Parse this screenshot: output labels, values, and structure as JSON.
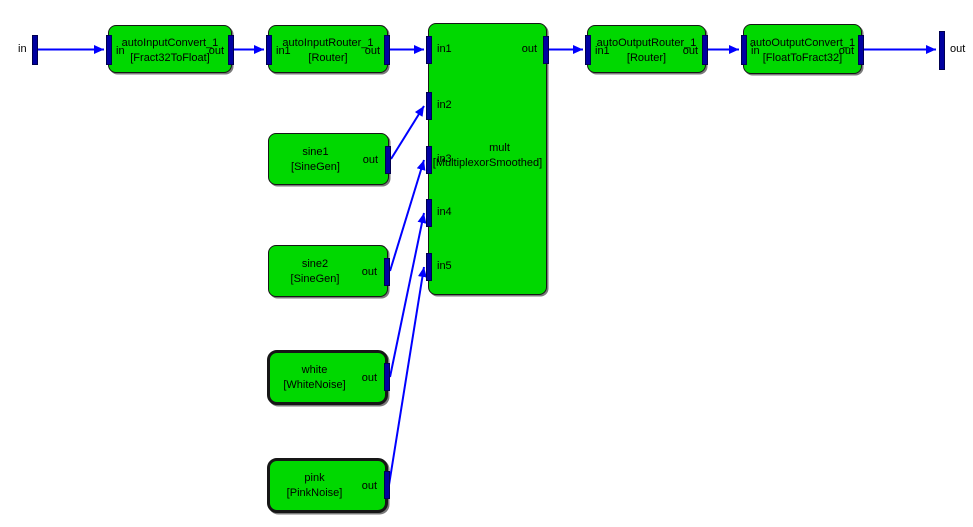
{
  "colors": {
    "background": "#ffffff",
    "block_fill": "#00d800",
    "block_border": "#161616",
    "pin_fill": "#0000a0",
    "wire": "#0000ff",
    "text": "#000000"
  },
  "external_pins": {
    "input_label": "in",
    "output_label": "out"
  },
  "blocks": [
    {
      "name": "autoInputConvert_1",
      "type": "[Fract32ToFloat]",
      "input_label": "in",
      "output_label": "out",
      "highlighted": false
    },
    {
      "name": "autoInputRouter_1",
      "type": "[Router]",
      "input_label": "in1",
      "output_label": "out",
      "highlighted": false
    },
    {
      "name": "mult",
      "type": "[MultiplexorSmoothed]",
      "input_labels": [
        "in1",
        "in2",
        "in3",
        "in4",
        "in5"
      ],
      "output_label": "out",
      "highlighted": false
    },
    {
      "name": "autoOutputRouter_1",
      "type": "[Router]",
      "input_label": "in1",
      "output_label": "out",
      "highlighted": false
    },
    {
      "name": "autoOutputConvert_1",
      "type": "[FloatToFract32]",
      "input_label": "in",
      "output_label": "out",
      "highlighted": false
    },
    {
      "name": "sine1",
      "type": "[SineGen]",
      "output_label": "out",
      "highlighted": false
    },
    {
      "name": "sine2",
      "type": "[SineGen]",
      "output_label": "out",
      "highlighted": false
    },
    {
      "name": "white",
      "type": "[WhiteNoise]",
      "output_label": "out",
      "highlighted": true
    },
    {
      "name": "pink",
      "type": "[PinkNoise]",
      "output_label": "out",
      "highlighted": true
    }
  ],
  "connections": [
    {
      "from": "in",
      "to": "autoInputConvert_1.in"
    },
    {
      "from": "autoInputConvert_1.out",
      "to": "autoInputRouter_1.in1"
    },
    {
      "from": "autoInputRouter_1.out",
      "to": "mult.in1"
    },
    {
      "from": "sine1.out",
      "to": "mult.in2"
    },
    {
      "from": "sine2.out",
      "to": "mult.in3"
    },
    {
      "from": "white.out",
      "to": "mult.in4"
    },
    {
      "from": "pink.out",
      "to": "mult.in5"
    },
    {
      "from": "mult.out",
      "to": "autoOutputRouter_1.in1"
    },
    {
      "from": "autoOutputRouter_1.out",
      "to": "autoOutputConvert_1.in"
    },
    {
      "from": "autoOutputConvert_1.out",
      "to": "out"
    }
  ]
}
